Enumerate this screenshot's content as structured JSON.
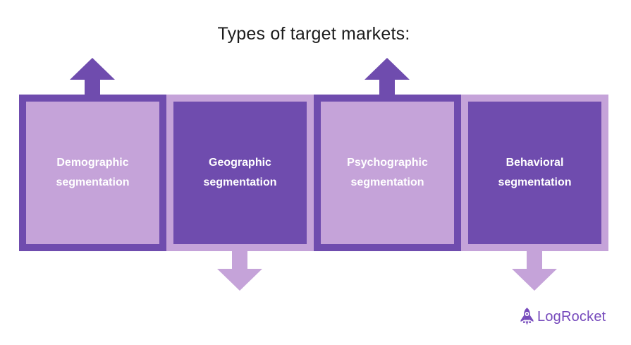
{
  "title": "Types of target markets:",
  "boxes": [
    {
      "line1": "Demographic",
      "line2": "segmentation",
      "variant": "light-fill-dark-border",
      "arrow": "up"
    },
    {
      "line1": "Geographic",
      "line2": "segmentation",
      "variant": "dark-fill-light-border",
      "arrow": "down"
    },
    {
      "line1": "Psychographic",
      "line2": "segmentation",
      "variant": "light-fill-dark-border",
      "arrow": "up"
    },
    {
      "line1": "Behavioral",
      "line2": "segmentation",
      "variant": "dark-fill-light-border",
      "arrow": "down"
    }
  ],
  "logo": {
    "icon": "rocket-icon",
    "text": "LogRocket"
  },
  "colors": {
    "dark-purple": "#6f4cae",
    "light-purple": "#c5a3d9",
    "logo-purple": "#764abc",
    "title-color": "#1c1c1c",
    "box-text": "#ffffff",
    "background": "#ffffff"
  }
}
